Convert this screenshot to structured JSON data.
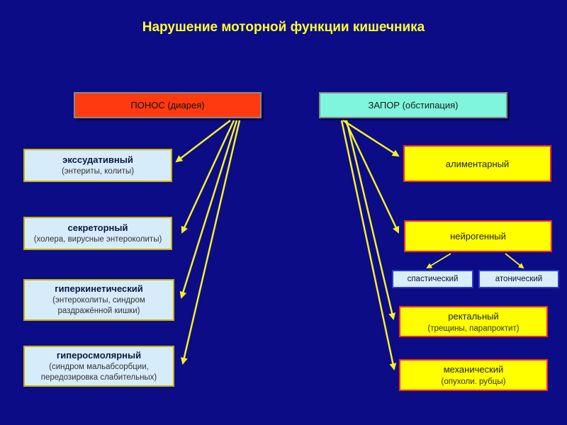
{
  "title": "Нарушение моторной функции кишечника",
  "left_header": "ПОНОС (диарея)",
  "right_header": "ЗАПОР (обстипация)",
  "left_items": [
    {
      "title": "экссудативный",
      "sub": "(энтериты, колиты)"
    },
    {
      "title": "секреторный",
      "sub": "(холера, вирусные энтероколиты)"
    },
    {
      "title": "гиперкинетический",
      "sub": "(энтероколиты, синдром раздражённой кишки)"
    },
    {
      "title": "гиперосмолярный",
      "sub": "(синдром мальабсорбции, передозировка слабительных)"
    }
  ],
  "right_items": [
    {
      "title": "алиментарный",
      "sub": ""
    },
    {
      "title": "нейрогенный",
      "sub": ""
    },
    {
      "title": "ректальный",
      "sub": "(трещины, парапроктит)"
    },
    {
      "title": "механический",
      "sub": "(опухоли. рубцы)"
    }
  ],
  "neurogenic_subtypes": [
    "спастический",
    "атонический"
  ],
  "colors": {
    "background": "#0c0c86",
    "title": "#ffff2e",
    "left_header": "#ff3a10",
    "right_header": "#7ff5de",
    "left_box": "#d6ecfa",
    "right_box": "#ffff00",
    "arrow": "#f5ef2a"
  }
}
